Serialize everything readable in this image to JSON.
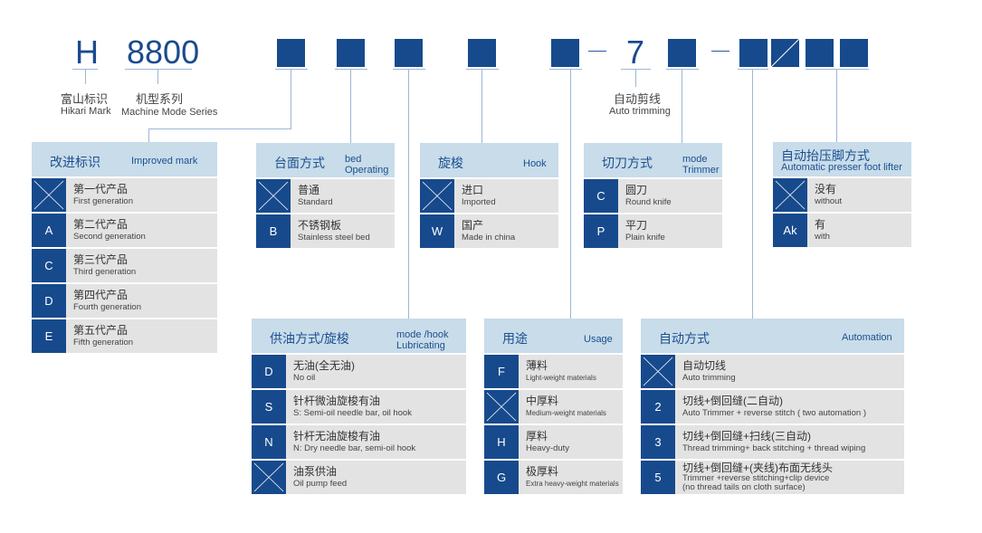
{
  "code": {
    "brand": "H",
    "series": "8800",
    "fixed_digit": "7",
    "dash": "—"
  },
  "labels": {
    "brand_cn": "富山标识",
    "brand_en": "Hikari Mark",
    "series_cn": "机型系列",
    "series_en": "Machine Mode Series",
    "auto_cn": "自动剪线",
    "auto_en": "Auto trimming"
  },
  "colors": {
    "dark_blue": "#174a8c",
    "header_blue": "#c8dcea",
    "row_gray": "#e3e3e3",
    "line": "#9db7d3"
  },
  "panels": {
    "improved": {
      "title_cn": "改进标识",
      "title_en": "Improved mark",
      "rows": [
        {
          "code": "X",
          "cn": "第一代产品",
          "en": "First generation"
        },
        {
          "code": "A",
          "cn": "第二代产品",
          "en": "Second generation"
        },
        {
          "code": "C",
          "cn": "第三代产品",
          "en": "Third generation"
        },
        {
          "code": "D",
          "cn": "第四代产品",
          "en": "Fourth generation"
        },
        {
          "code": "E",
          "cn": "第五代产品",
          "en": "Fifth generation"
        }
      ]
    },
    "bed": {
      "title_cn": "台面方式",
      "title_en": "bed\nOperating",
      "rows": [
        {
          "code": "X",
          "cn": "普通",
          "en": "Standard"
        },
        {
          "code": "B",
          "cn": "不锈钢板",
          "en": "Stainless steel bed"
        }
      ]
    },
    "hook": {
      "title_cn": "旋梭",
      "title_en": "Hook",
      "rows": [
        {
          "code": "X",
          "cn": "进口",
          "en": "Imported"
        },
        {
          "code": "W",
          "cn": "国产",
          "en": "Made in china"
        }
      ]
    },
    "trimmer": {
      "title_cn": "切刀方式",
      "title_en": "mode\nTrimmer",
      "rows": [
        {
          "code": "C",
          "cn": "圆刀",
          "en": "Round knife"
        },
        {
          "code": "P",
          "cn": "平刀",
          "en": "Plain knife"
        }
      ]
    },
    "presser": {
      "title_cn": "自动抬压脚方式",
      "title_en": "Automatic presser foot lifter",
      "rows": [
        {
          "code": "X",
          "cn": "没有",
          "en": "without"
        },
        {
          "code": "Ak",
          "cn": "有",
          "en": "with"
        }
      ]
    },
    "lubricating": {
      "title_cn": "供油方式/旋梭",
      "title_en": "mode /hook\nLubricating",
      "rows": [
        {
          "code": "D",
          "cn": "无油(全无油)",
          "en": "No oil"
        },
        {
          "code": "S",
          "cn": "针杆微油旋梭有油",
          "en": "S: Semi-oil needle bar, oil hook"
        },
        {
          "code": "N",
          "cn": "针杆无油旋梭有油",
          "en": "N: Dry needle bar, semi-oil hook"
        },
        {
          "code": "X",
          "cn": "油泵供油",
          "en": "Oil pump feed"
        }
      ]
    },
    "usage": {
      "title_cn": "用途",
      "title_en": "Usage",
      "rows": [
        {
          "code": "F",
          "cn": "薄料",
          "en": "Light-weight materials"
        },
        {
          "code": "X",
          "cn": "中厚料",
          "en": "Medium-weight materials"
        },
        {
          "code": "H",
          "cn": "厚料",
          "en": "Heavy-duty"
        },
        {
          "code": "G",
          "cn": "极厚料",
          "en": "Extra heavy-weight materials"
        }
      ]
    },
    "automation": {
      "title_cn": "自动方式",
      "title_en": "Automation",
      "rows": [
        {
          "code": "X",
          "cn": "自动切线",
          "en": "Auto trimming"
        },
        {
          "code": "2",
          "cn": "切线+倒回缝(二自动)",
          "en": "Auto Trimmer + reverse stitch ( two automation )"
        },
        {
          "code": "3",
          "cn": "切线+倒回缝+扫线(三自动)",
          "en": "Thread trimming+ back stitching + thread wiping"
        },
        {
          "code": "5",
          "cn": "切线+倒回缝+(夹线)布面无线头",
          "en": "Trimmer +reverse stitching+clip device\n(no thread tails on cloth surface)"
        }
      ]
    }
  }
}
